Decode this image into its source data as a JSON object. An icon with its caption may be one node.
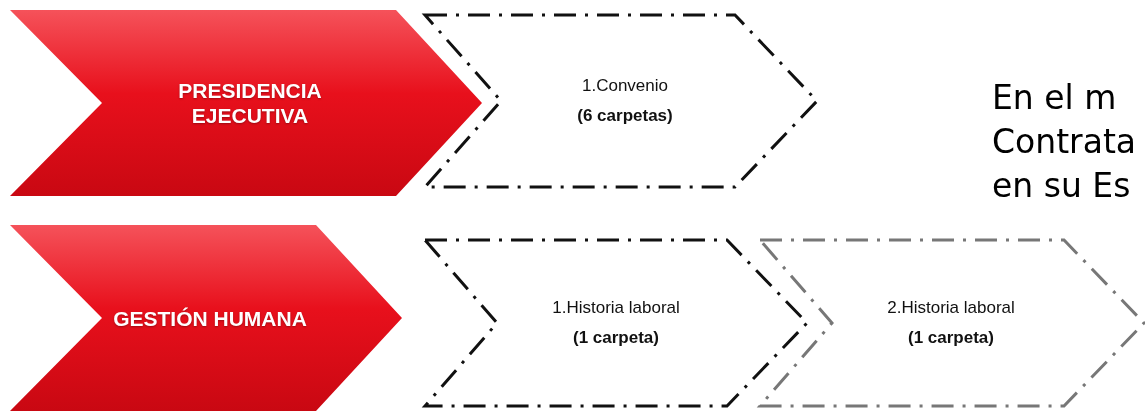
{
  "diagram": {
    "nodes": [
      {
        "text": [
          "PRESIDENCIA EJECUTIVA"
        ]
      },
      {
        "text": [
          "1.Convenio",
          "(6 carpetas)"
        ]
      },
      {
        "text": [
          "GESTIÓN HUMANA"
        ]
      },
      {
        "text": [
          "1.Historia laboral",
          "(1 carpeta)"
        ]
      },
      {
        "text": [
          "2.Historia laboral",
          "(1 carpeta)"
        ]
      }
    ],
    "labels": [
      "En el m",
      "Contrata",
      "en su Es"
    ]
  }
}
